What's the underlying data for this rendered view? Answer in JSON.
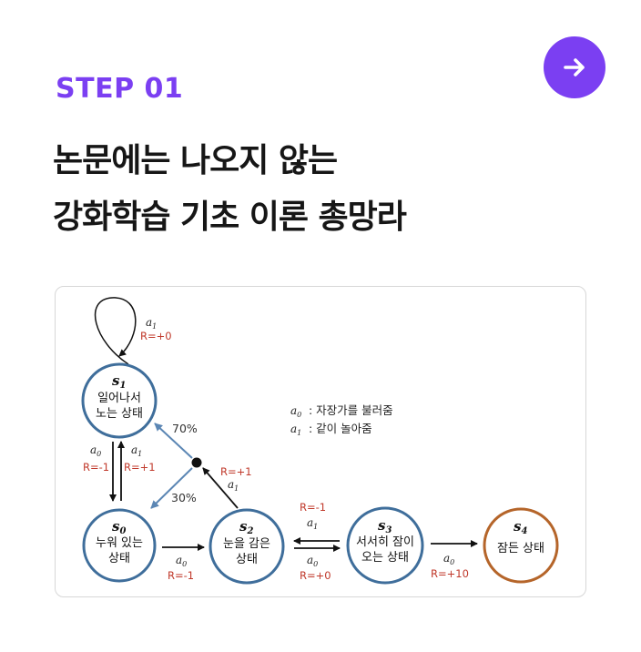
{
  "step_label": "STEP 01",
  "title_lines": [
    "논문에는 나오지 않는",
    "강화학습 기초 이론 총망라"
  ],
  "next_button": {
    "icon": "arrow-right-icon",
    "color": "#7b3ff2"
  },
  "diagram": {
    "states": {
      "s1": {
        "name": "s",
        "sub": "1",
        "line1": "일어나서",
        "line2": "노는 상태",
        "color": "#3f6e9b"
      },
      "s0": {
        "name": "s",
        "sub": "0",
        "line1": "누워 있는",
        "line2": "상태",
        "color": "#3f6e9b"
      },
      "s2": {
        "name": "s",
        "sub": "2",
        "line1": "눈을 감은",
        "line2": "상태",
        "color": "#3f6e9b"
      },
      "s3": {
        "name": "s",
        "sub": "3",
        "line1": "서서히 잠이",
        "line2": "오는 상태",
        "color": "#3f6e9b"
      },
      "s4": {
        "name": "s",
        "sub": "4",
        "line1": "잠든 상태",
        "color": "#b5652a"
      }
    },
    "transitions": {
      "s1_loop": {
        "act": "a",
        "sub": "1",
        "reward": "R=+0"
      },
      "s1_to_s0": {
        "act": "a",
        "sub": "0",
        "reward": "R=-1"
      },
      "s0_to_s1": {
        "act": "a",
        "sub": "1",
        "reward": "R=+1"
      },
      "s2_to_chance": {
        "act": "a",
        "sub": "1",
        "reward": "R=+1"
      },
      "chance_to_s1": {
        "prob": "70%"
      },
      "chance_to_s0": {
        "prob": "30%"
      },
      "s0_to_s2": {
        "act": "a",
        "sub": "0",
        "reward": "R=-1"
      },
      "s3_to_s2": {
        "act": "a",
        "sub": "1",
        "reward": "R=-1"
      },
      "s2_to_s3": {
        "act": "a",
        "sub": "0",
        "reward": "R=+0"
      },
      "s3_to_s4": {
        "act": "a",
        "sub": "0",
        "reward": "R=+10"
      }
    },
    "legend": [
      {
        "act": "a",
        "sub": "0",
        "text": ": 자장가를 불러줌"
      },
      {
        "act": "a",
        "sub": "1",
        "text": ": 같이 놀아줌"
      }
    ]
  }
}
